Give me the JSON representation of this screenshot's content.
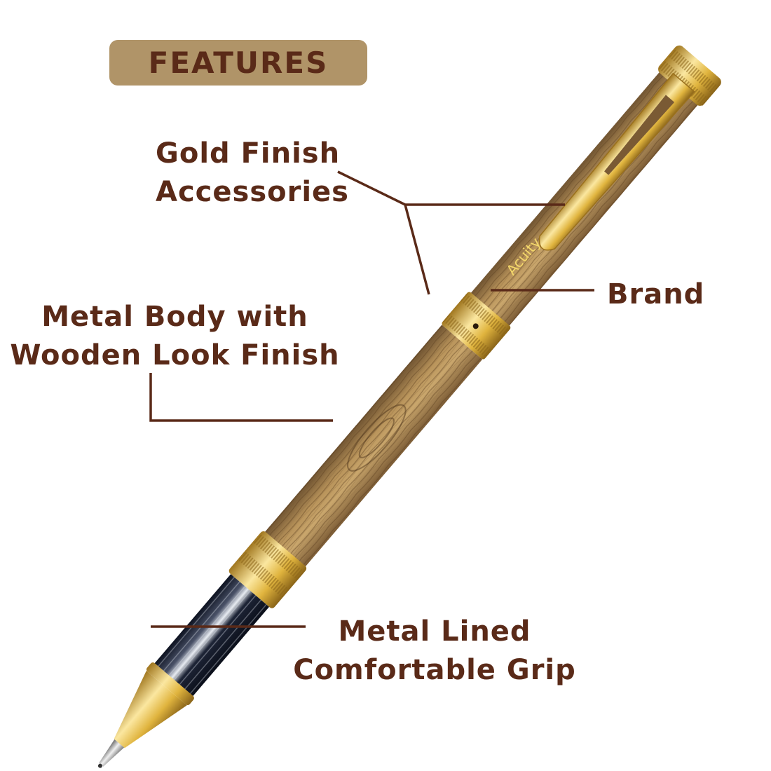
{
  "header": {
    "title": "FEATURES"
  },
  "callouts": [
    {
      "id": "gold",
      "lines": [
        "Gold Finish",
        "Accessories"
      ]
    },
    {
      "id": "brand",
      "lines": [
        "Brand"
      ]
    },
    {
      "id": "body",
      "lines": [
        "Metal Body with",
        "Wooden Look Finish"
      ]
    },
    {
      "id": "grip",
      "lines": [
        "Metal Lined",
        "Comfortable Grip"
      ]
    }
  ],
  "product": {
    "brand_imprint": "Acuity"
  },
  "colors": {
    "badge_bg": "#b09468",
    "text": "#5a2a18",
    "line": "#5a2a18",
    "gold": "#e6c25a",
    "wood": "#a8844e",
    "grip": "#1c2233"
  }
}
